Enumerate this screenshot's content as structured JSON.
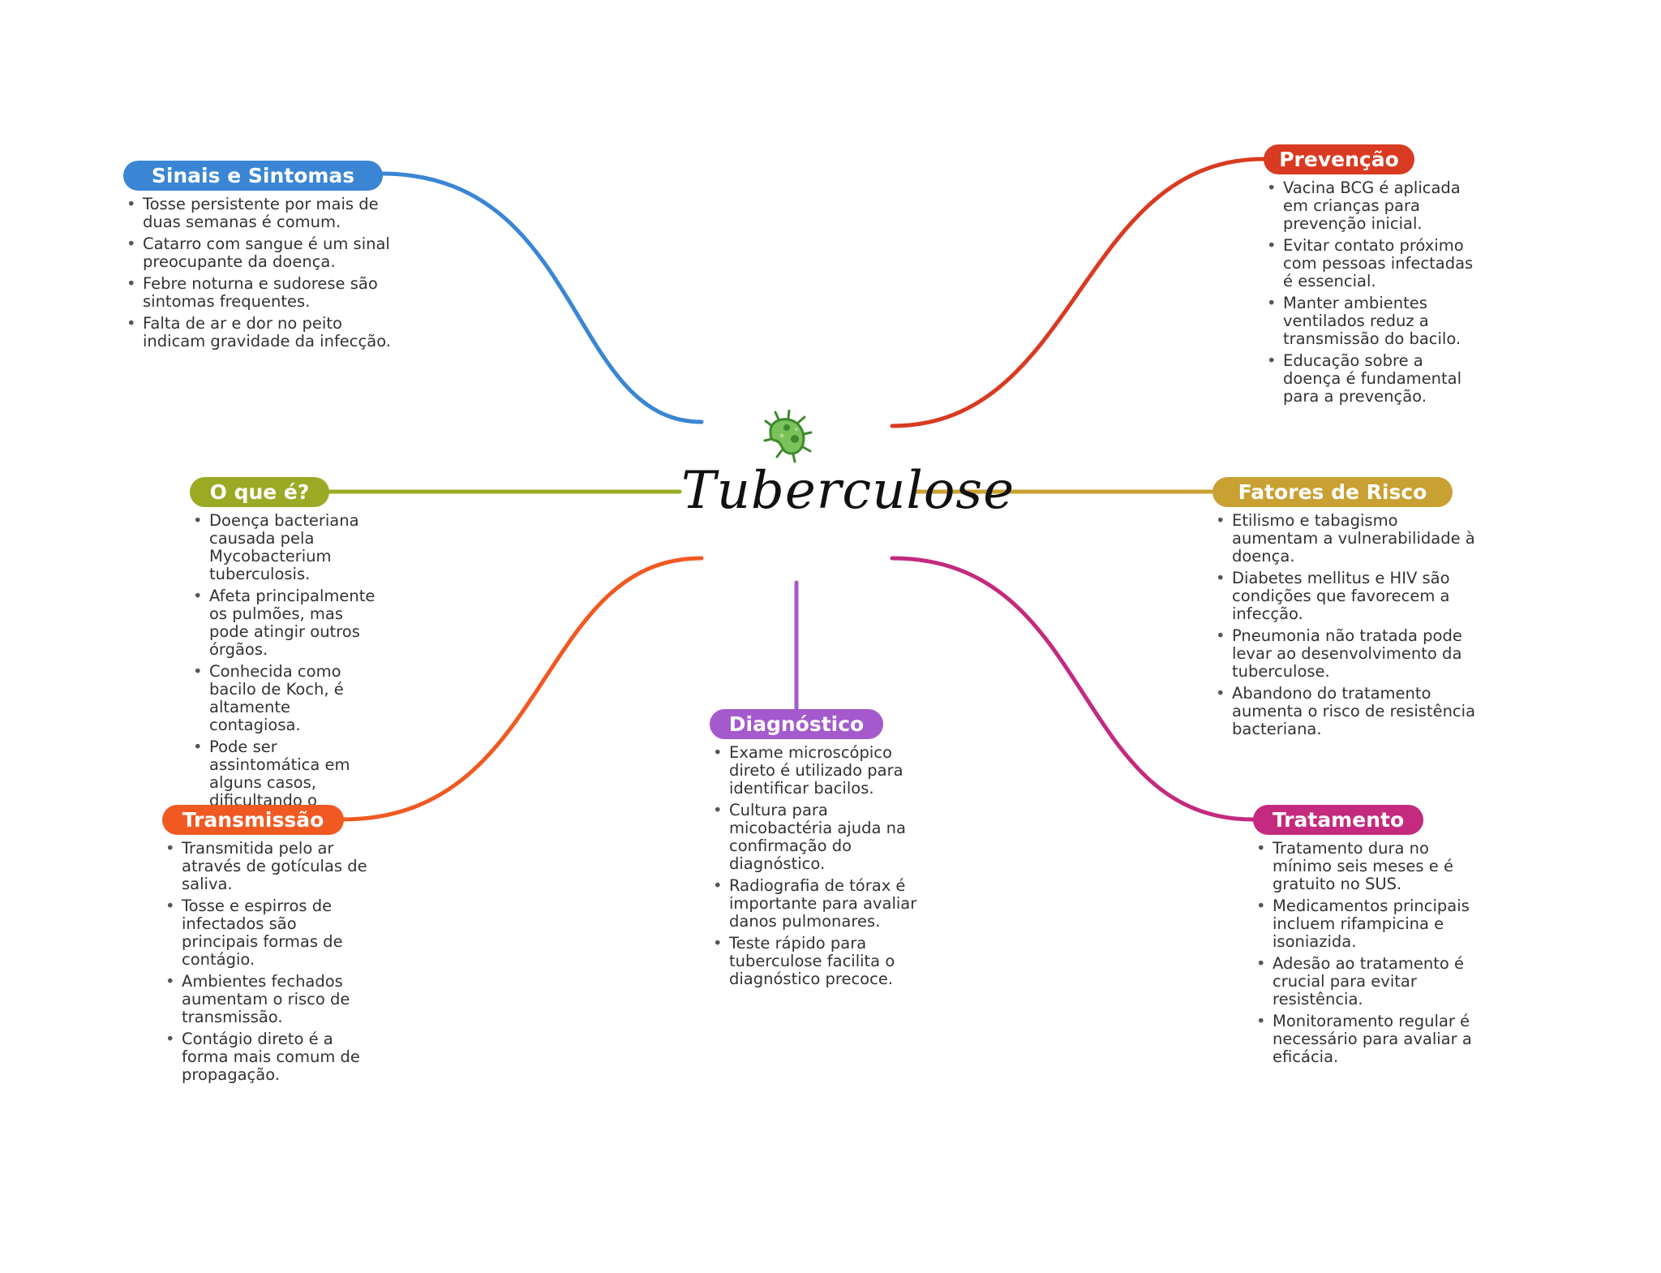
{
  "central": {
    "title": "Tuberculose",
    "icon": "bacterium-icon"
  },
  "branches": {
    "sinais": {
      "title": "Sinais e Sintomas",
      "color": "#3A86D4",
      "items": [
        "Tosse persistente por mais de duas semanas é comum.",
        "Catarro com sangue é um sinal preocupante da doença.",
        "Febre noturna e sudorese são sintomas frequentes.",
        "Falta de ar e dor no peito indicam gravidade da infecção."
      ]
    },
    "prevencao": {
      "title": "Prevenção",
      "color": "#D93A22",
      "items": [
        "Vacina BCG é aplicada em crianças para prevenção inicial.",
        "Evitar contato próximo com pessoas infectadas é essencial.",
        "Manter ambientes ventilados reduz a transmissão do bacilo.",
        "Educação sobre a doença é fundamental para a prevenção."
      ]
    },
    "oque": {
      "title": "O que é?",
      "color": "#9AAA24",
      "items": [
        "Doença bacteriana causada pela Mycobacterium tuberculosis.",
        "Afeta principalmente os pulmões, mas pode atingir outros órgãos.",
        "Conhecida como bacilo de Koch, é altamente contagiosa.",
        "Pode ser assintomática em alguns casos, dificultando o diagnóstico."
      ]
    },
    "fatores": {
      "title": "Fatores de Risco",
      "color": "#C9A032",
      "items": [
        "Etilismo e tabagismo aumentam a vulnerabilidade à doença.",
        "Diabetes mellitus e HIV são condições que favorecem a infecção.",
        "Pneumonia não tratada pode levar ao desenvolvimento da tuberculose.",
        "Abandono do tratamento aumenta o risco de resistência bacteriana."
      ]
    },
    "transmissao": {
      "title": "Transmissão",
      "color": "#F05A22",
      "items": [
        "Transmitida pelo ar através de gotículas de saliva.",
        "Tosse e espirros de infectados são principais formas de contágio.",
        "Ambientes fechados aumentam o risco de transmissão.",
        "Contágio direto é a forma mais comum de propagação."
      ]
    },
    "diagnostico": {
      "title": "Diagnóstico",
      "color": "#A45ACD",
      "items": [
        "Exame microscópico direto é utilizado para identificar bacilos.",
        "Cultura para micobactéria ajuda na confirmação do diagnóstico.",
        "Radiografia de tórax é importante para avaliar danos pulmonares.",
        "Teste rápido para tuberculose facilita o diagnóstico precoce."
      ]
    },
    "tratamento": {
      "title": "Tratamento",
      "color": "#C42A7E",
      "items": [
        "Tratamento dura no mínimo seis meses e é gratuito no SUS.",
        "Medicamentos principais incluem rifampicina e isoniazida.",
        "Adesão ao tratamento é crucial para evitar resistência.",
        "Monitoramento regular é necessário para avaliar a eficácia."
      ]
    }
  }
}
